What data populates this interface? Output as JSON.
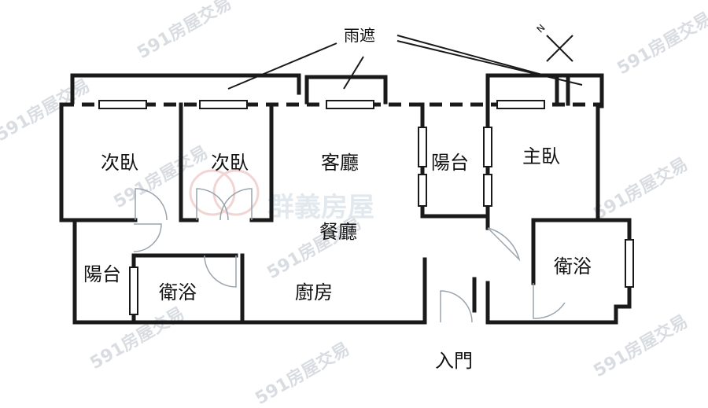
{
  "rooms": {
    "bedroom_2a": "次臥",
    "bedroom_2b": "次臥",
    "living_room": "客廳",
    "balcony_front": "陽台",
    "master_bedroom": "主臥",
    "dining_room": "餐廳",
    "balcony_side": "陽台",
    "bathroom_left": "衛浴",
    "kitchen": "廚房",
    "bathroom_master": "衛浴",
    "entrance": "入門",
    "awning": "雨遮"
  },
  "compass": {
    "north_label": "N"
  },
  "watermarks": {
    "site": "591房屋交易",
    "brand": "群義房屋"
  },
  "colors": {
    "wall": "#1a1a1a",
    "watermark": "#d9dde2",
    "background": "#ffffff"
  }
}
